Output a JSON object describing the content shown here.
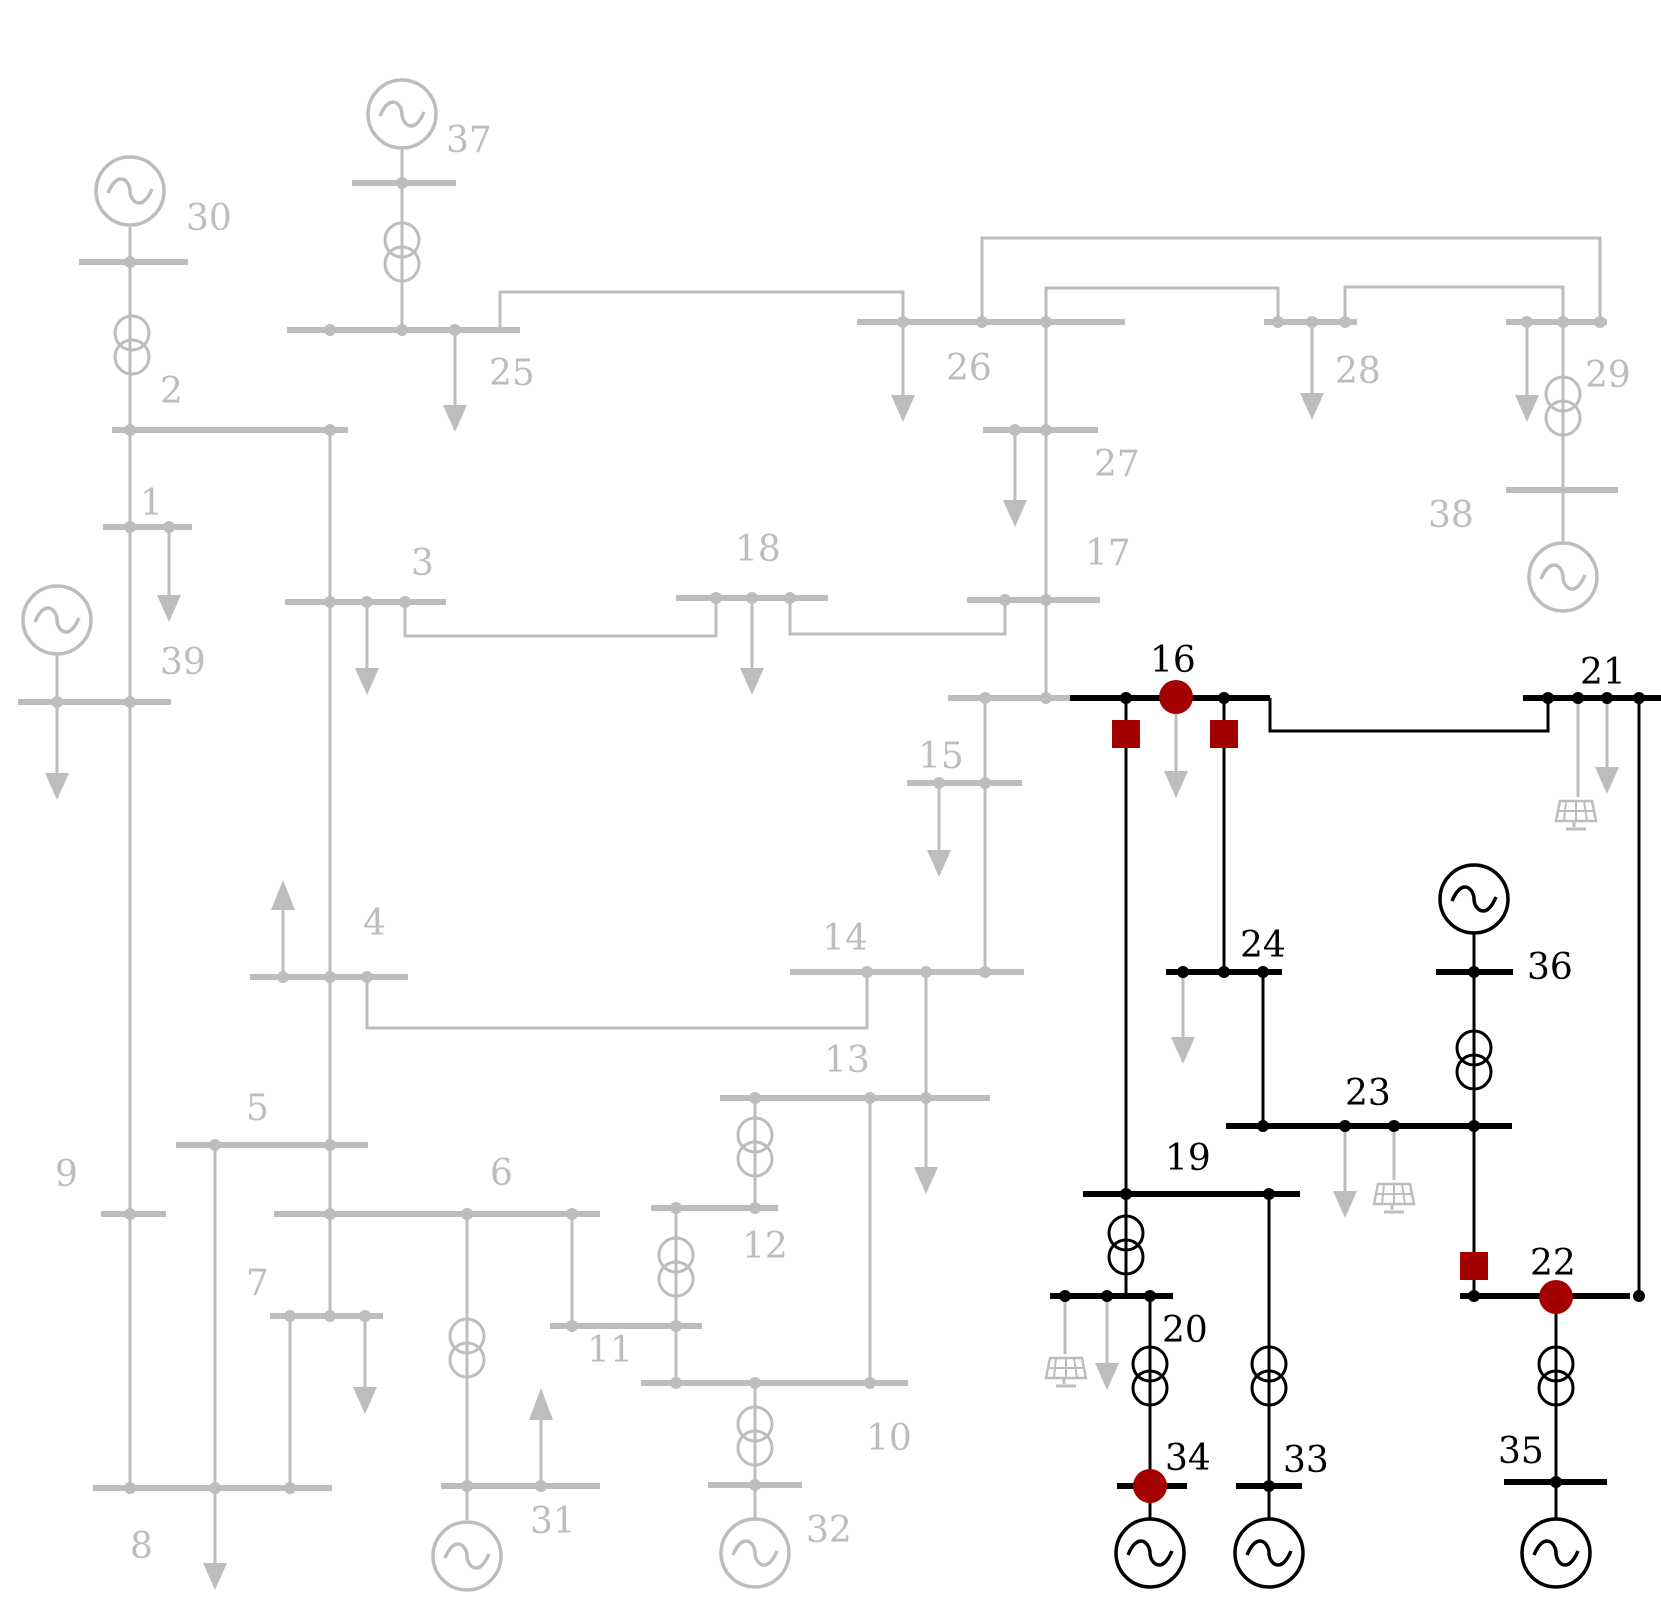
{
  "colors": {
    "inactive": "#bdbdbd",
    "active": "#000000",
    "marker": "#a50000"
  },
  "bus_labels": {
    "b1": "1",
    "b2": "2",
    "b3": "3",
    "b4": "4",
    "b5": "5",
    "b6": "6",
    "b7": "7",
    "b8": "8",
    "b9": "9",
    "b10": "10",
    "b11": "11",
    "b12": "12",
    "b13": "13",
    "b14": "14",
    "b15": "15",
    "b16": "16",
    "b17": "17",
    "b18": "18",
    "b19": "19",
    "b20": "20",
    "b21": "21",
    "b22": "22",
    "b23": "23",
    "b24": "24",
    "b25": "25",
    "b26": "26",
    "b27": "27",
    "b28": "28",
    "b29": "29",
    "b30": "30",
    "b31": "31",
    "b32": "32",
    "b33": "33",
    "b34": "34",
    "b35": "35",
    "b36": "36",
    "b37": "37",
    "b38": "38",
    "b39": "39"
  },
  "icons": [
    "generator-icon",
    "transformer-icon",
    "load-arrow-icon",
    "solar-panel-icon",
    "measurement-node-icon",
    "switch-icon"
  ]
}
